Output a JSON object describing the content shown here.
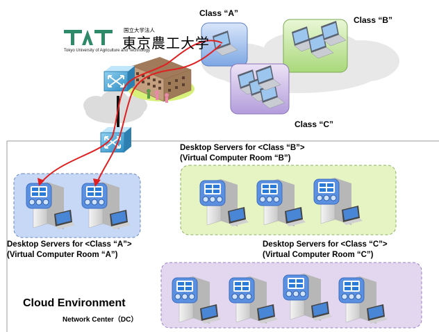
{
  "logo": {
    "mark": "TAT",
    "kicker": "国立大学法人",
    "name": "東京農工大学",
    "english": "Tokyo University of Agriculture and Technology"
  },
  "classes": {
    "a": "Class “A”",
    "b": "Class “B”",
    "c": "Class “C”"
  },
  "groups": {
    "b": {
      "line1": "Desktop Servers for <Class “B”>",
      "line2": "(Virtual Computer Room “B”)"
    },
    "a": {
      "line1": "Desktop Servers for <Class “A”>",
      "line2": "(Virtual Computer Room “A”)"
    },
    "c": {
      "line1": "Desktop Servers for <Class “C”>",
      "line2": "(Virtual Computer Room “C”)"
    }
  },
  "cloud_env": "Cloud Environment",
  "network_center": "Network Center（DC）",
  "colors": {
    "group_a": "#c6d8f5",
    "group_b": "#e6f4c4",
    "group_c": "#e3d7f0",
    "class_a_box": "#8ab3ea",
    "class_b_box": "#b8e08e",
    "class_c_box": "#c2aee0",
    "cable": "#e02020",
    "switch": "#4aa8d8",
    "cloud": "#e4e4e4"
  }
}
